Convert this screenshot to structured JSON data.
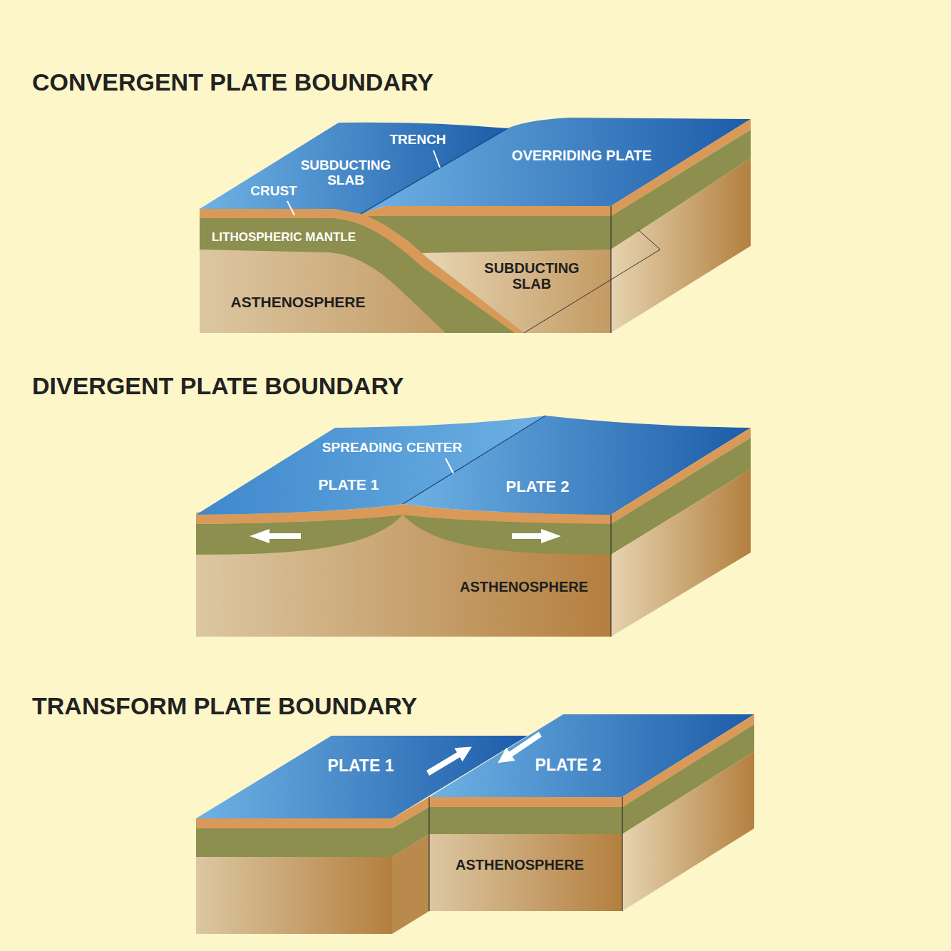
{
  "diagram": {
    "labels": [
      "CONVERGENT PLATE BOUNDARY",
      "TRENCH",
      "SUBDUCTING SLAB",
      "OVERRIDING PLATE",
      "CRUST",
      "LITHOSPHERIC MANTLE",
      "SUBDUCTING SLAB",
      "ASTHENOSPHERE",
      "DIVERGENT PLATE BOUNDARY",
      "SPREADING CENTER",
      "PLATE 1",
      "PLATE 2",
      "ASTHENOSPHERE",
      "TRANSFORM PLATE BOUNDARY",
      "PLATE 1",
      "PLATE 2",
      "ASTHENOSPHERE"
    ]
  }
}
